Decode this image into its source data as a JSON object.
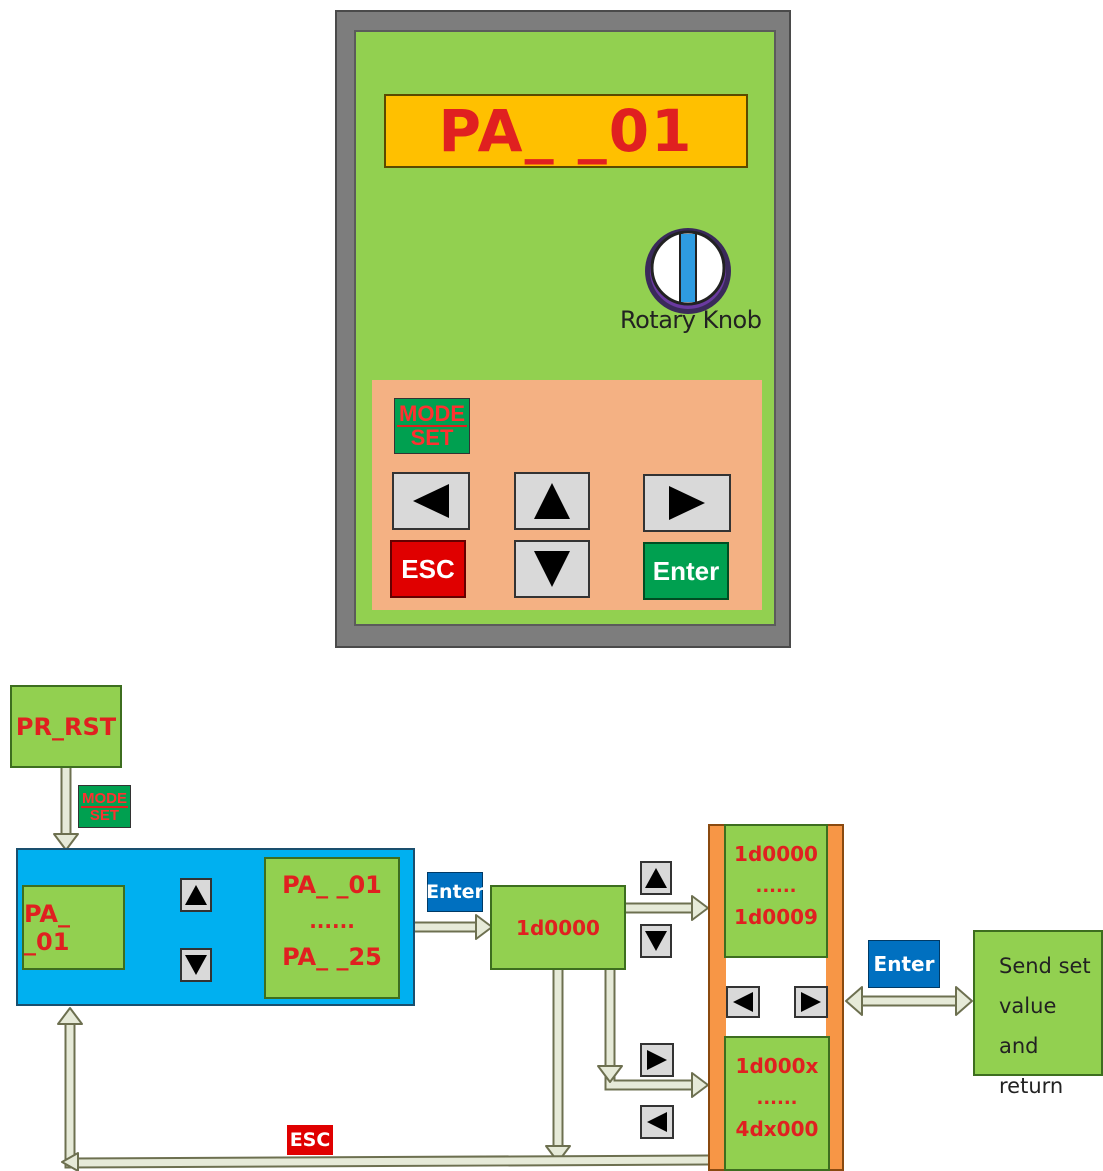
{
  "panel": {
    "display": "PA_ _01",
    "knob_label": "Rotary Knob",
    "mode_label_top": "MODE",
    "mode_label_bottom": "SET",
    "esc_label": "ESC",
    "enter_label": "Enter"
  },
  "flow": {
    "pr_rst": "PR_RST",
    "mode_label_top": "MODE",
    "mode_label_bottom": "SET",
    "pa_current": "PA_ _01",
    "pa_list_first": "PA_ _01",
    "pa_list_ellipsis": "......",
    "pa_list_last": "PA_ _25",
    "enter_label_1": "Enter",
    "value_box": "1d0000",
    "col_top_first": "1d0000",
    "col_top_ellipsis": "......",
    "col_top_last": "1d0009",
    "col_bottom_first": "1d000x",
    "col_bottom_ellipsis": "......",
    "col_bottom_last": "4dx000",
    "enter_label_2": "Enter",
    "send_line1": "Send set",
    "send_line2": "value and",
    "send_line3": "return",
    "esc_label": "ESC"
  },
  "colors": {
    "panel_green": "#92d050",
    "lcd_amber": "#ffc000",
    "keypad_peach": "#f4b183",
    "param_blue": "#00b0f0",
    "enter_blue": "#0070c0",
    "esc_red": "#e00000",
    "column_orange": "#f79646",
    "text_red": "#e02020"
  }
}
